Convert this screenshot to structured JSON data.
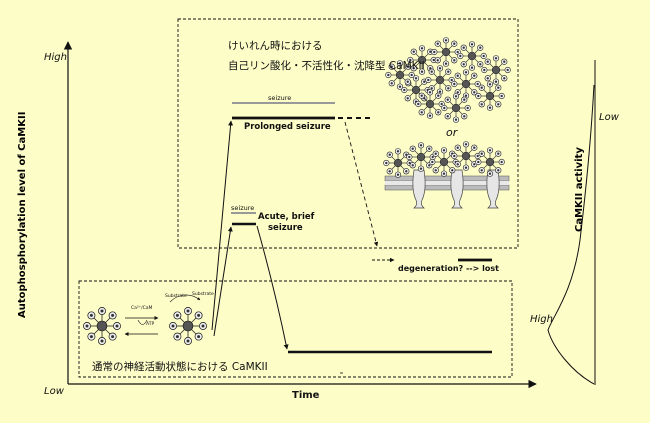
{
  "axes": {
    "y_label": "Autophosphorylation level of CaMKII",
    "y_high": "High",
    "y_low": "Low",
    "x_label": "Time"
  },
  "right_axis": {
    "label": "CaMKII activity",
    "top": "Low",
    "bottom": "High"
  },
  "seizure_box": {
    "title_line1": "けいれん時における",
    "title_line2": "自己リン酸化・不活性化・沈降型 CaMKII",
    "or_text": "or"
  },
  "events": {
    "prolonged_tag": "seizure",
    "prolonged_label": "Prolonged seizure",
    "acute_tag": "seizure",
    "acute_label_line1": "Acute, brief",
    "acute_label_line2": "seizure",
    "degeneration": "degeneration? --> lost"
  },
  "normal_box": {
    "caption": "通常の神経活動状態における CaMKII",
    "ca_cam": "Ca²⁺/CaM",
    "atp": "ATP",
    "substrate_left": "Substrate",
    "substrate_right": "Substrate"
  },
  "colors": {
    "background": "#fdfdc8",
    "line": "#111111",
    "seizure_bar": "#999999"
  }
}
